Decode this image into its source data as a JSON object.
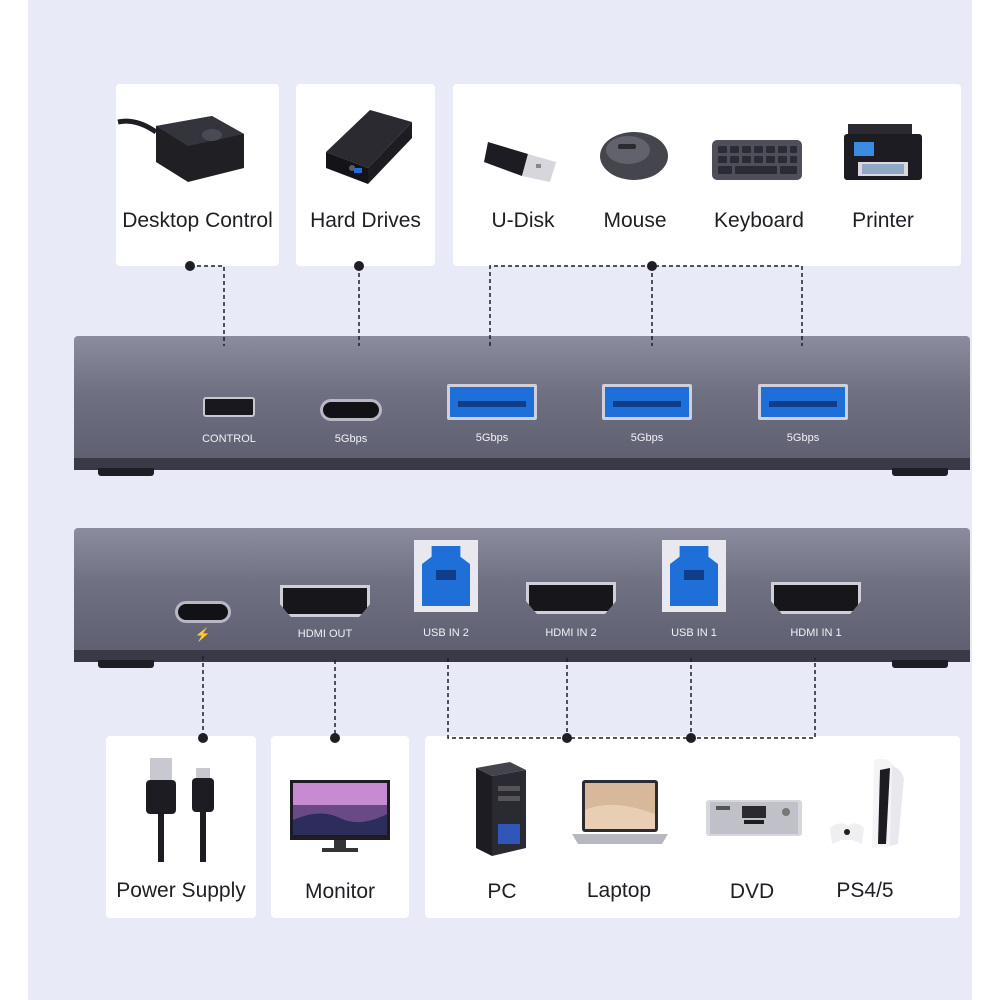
{
  "top_devices": [
    {
      "label": "Desktop Control",
      "icon": "desktop-control-switch-icon"
    },
    {
      "label": "Hard Drives",
      "icon": "hard-drive-enclosure-icon"
    },
    {
      "label": "U-Disk",
      "icon": "usb-flash-drive-icon"
    },
    {
      "label": "Mouse",
      "icon": "mouse-icon"
    },
    {
      "label": "Keyboard",
      "icon": "keyboard-icon"
    },
    {
      "label": "Printer",
      "icon": "printer-icon"
    }
  ],
  "front_ports": [
    {
      "label": "CONTROL",
      "type": "mini-usb"
    },
    {
      "label": "5Gbps",
      "type": "usb-c"
    },
    {
      "label": "5Gbps",
      "type": "usb-a"
    },
    {
      "label": "5Gbps",
      "type": "usb-a"
    },
    {
      "label": "5Gbps",
      "type": "usb-a"
    }
  ],
  "rear_ports": [
    {
      "label": "",
      "type": "usb-c-power",
      "glyph": "⚡"
    },
    {
      "label": "HDMI OUT",
      "type": "hdmi"
    },
    {
      "label": "USB IN 2",
      "type": "usb-b"
    },
    {
      "label": "HDMI IN 2",
      "type": "hdmi"
    },
    {
      "label": "USB IN 1",
      "type": "usb-b"
    },
    {
      "label": "HDMI IN 1",
      "type": "hdmi"
    }
  ],
  "bottom_devices": [
    {
      "label": "Power Supply",
      "icon": "usb-cable-icon"
    },
    {
      "label": "Monitor",
      "icon": "monitor-icon"
    },
    {
      "label": "PC",
      "icon": "pc-tower-icon"
    },
    {
      "label": "Laptop",
      "icon": "laptop-icon"
    },
    {
      "label": "DVD",
      "icon": "dvd-player-icon"
    },
    {
      "label": "PS4/5",
      "icon": "game-console-icon"
    }
  ],
  "colors": {
    "background": "#e9eaf7",
    "hub_body": "#6e6f82",
    "hub_shadow": "#3a3a46",
    "usb3_blue": "#1f6fd8",
    "connector_line": "#1e1e24"
  }
}
